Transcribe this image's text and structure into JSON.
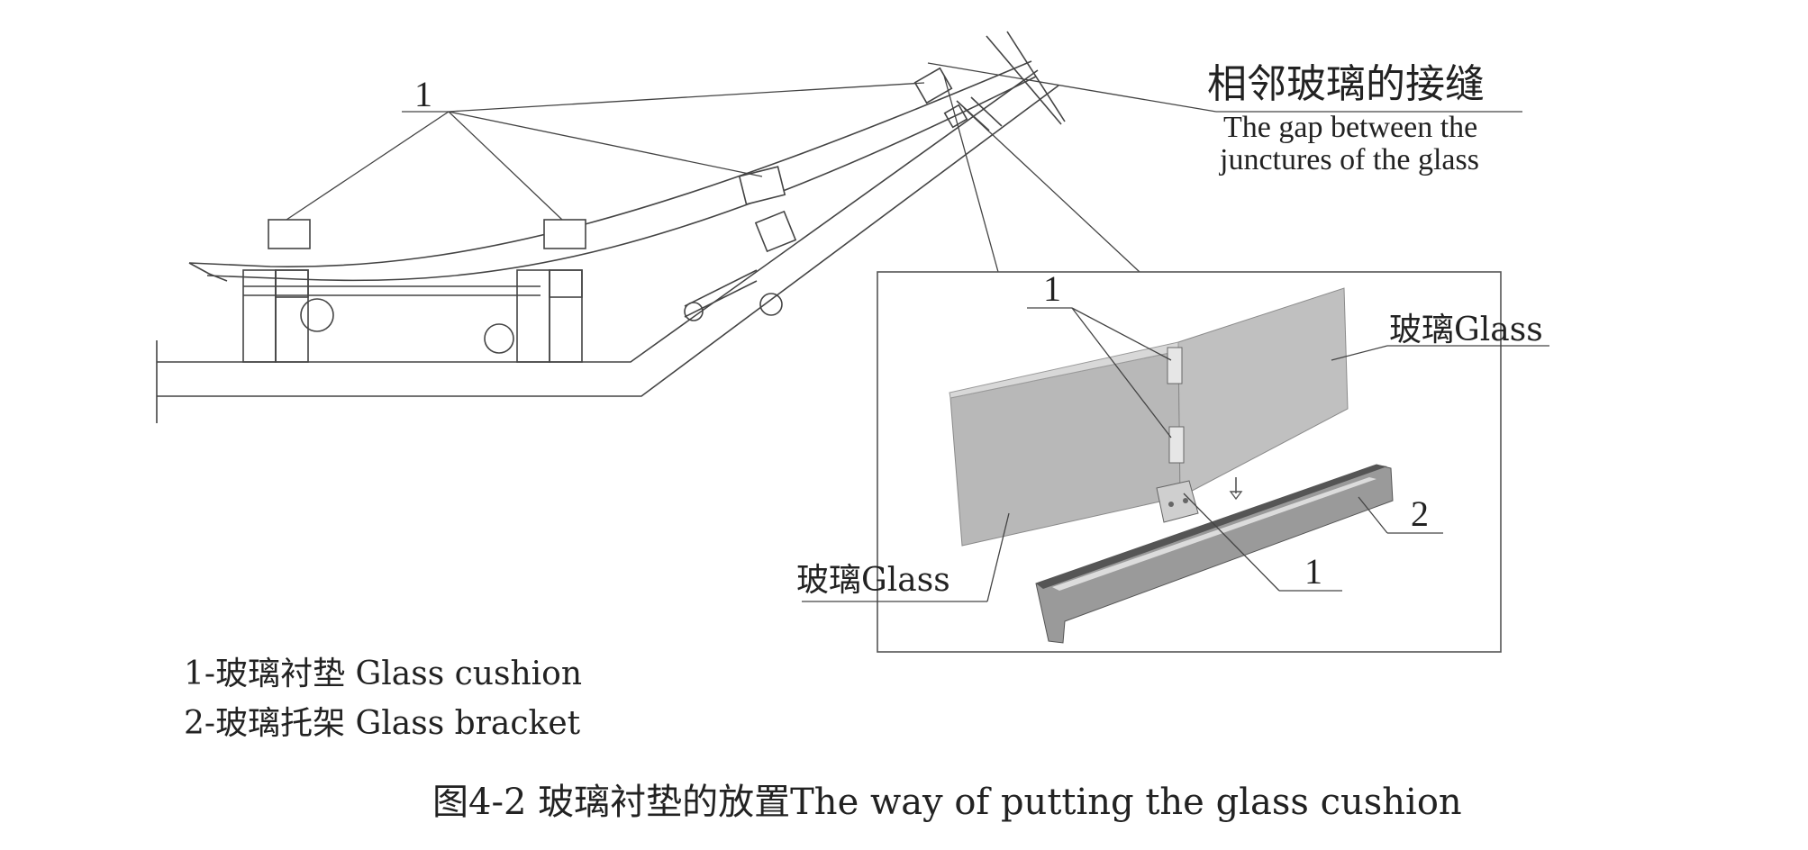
{
  "callouts": {
    "cushion_overview": "1",
    "gap_cn": "相邻玻璃的接缝",
    "gap_en_line1": "The gap between the",
    "gap_en_line2": "junctures of the glass",
    "detail_cushion_top": "1",
    "detail_glass_right": "玻璃Glass",
    "detail_bracket": "2",
    "detail_cushion_bottom": "1",
    "detail_glass_left": "玻璃Glass"
  },
  "legend": {
    "item1": "1-玻璃衬垫 Glass cushion",
    "item2": "2-玻璃托架 Glass bracket"
  },
  "caption": "图4-2 玻璃衬垫的放置The way of putting the glass cushion"
}
